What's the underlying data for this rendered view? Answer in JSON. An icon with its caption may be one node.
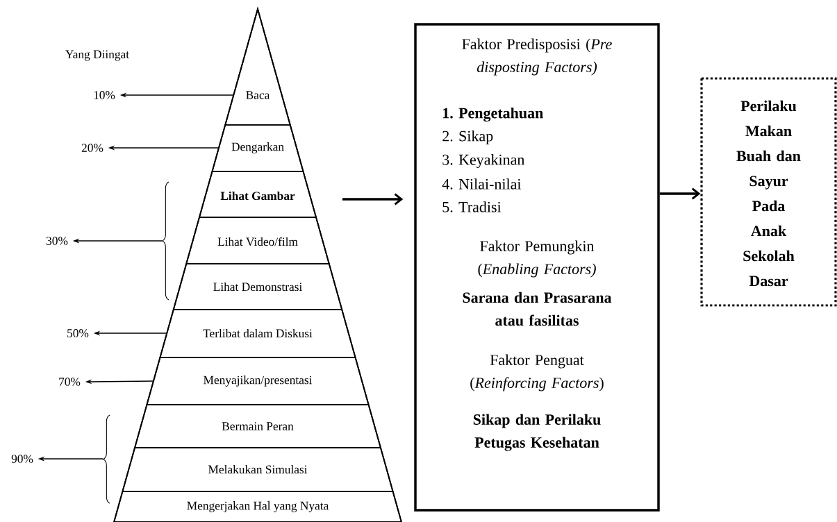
{
  "diagram": {
    "nodes": [
      {
        "text": [],
        "shape": "triangle"
      },
      {
        "text": [
          "Baca"
        ],
        "in": 0
      },
      {
        "text": [
          "Dengarkan"
        ],
        "in": 0
      },
      {
        "text": [
          "Lihat Gambar"
        ],
        "in": 0
      },
      {
        "text": [
          "Lihat Video/film"
        ],
        "in": 0
      },
      {
        "text": [
          "Lihat Demonstrasi"
        ],
        "in": 0
      },
      {
        "text": [
          "Terlibat dalam Diskusi"
        ],
        "in": 0
      },
      {
        "text": [
          "Menyajikan/presentasi"
        ],
        "in": 0
      },
      {
        "text": [
          "Bermain Peran"
        ],
        "in": 0
      },
      {
        "text": [
          "Melakukan Simulasi"
        ],
        "in": 0
      },
      {
        "text": [
          "Mengerjakan Hal yang Nyata"
        ],
        "in": 0
      },
      {
        "text": [
          "10%"
        ]
      },
      {
        "text": [
          "20%"
        ]
      },
      {
        "text": [
          "30%"
        ]
      },
      {
        "text": [
          "50%"
        ]
      },
      {
        "text": [
          "70%"
        ]
      },
      {
        "text": [
          "90%"
        ]
      },
      {
        "text": [
          "Faktor Predisposisi (*Pre disposting Factors)*",
          "1. Pengetahuan",
          "2. Sikap",
          "3. Keyakinan",
          "4. Nilai-nilai",
          "5. Tradisi",
          "Faktor Pemungkin (*Enabling Factors)*",
          "Sarana dan Prasarana atau fasilitas",
          "Faktor Penguat (*Reinforcing Factors*)",
          "Sikap dan Perilaku Petugas Kesehatan"
        ]
      },
      {
        "text": [
          "Perilaku Makan Buah dan Sayur Pada Anak Sekolah Dasar"
        ]
      }
    ],
    "edges": [
      {
        "from": 1,
        "to": 11,
        "arrow": "to"
      },
      {
        "from": 2,
        "to": 12,
        "arrow": "to"
      },
      {
        "from": null,
        "to": 13,
        "arrow": "to"
      },
      {
        "from": 6,
        "to": 14,
        "arrow": "to"
      },
      {
        "from": 7,
        "to": 15,
        "arrow": "to"
      },
      {
        "from": null,
        "to": 16,
        "arrow": "to"
      },
      {
        "from": 0,
        "to": 17,
        "arrow": "to",
        "style": "thick"
      },
      {
        "from": 17,
        "to": 18,
        "arrow": "to",
        "style": "thick"
      }
    ],
    "labels": [
      "Yang Diingat"
    ]
  }
}
